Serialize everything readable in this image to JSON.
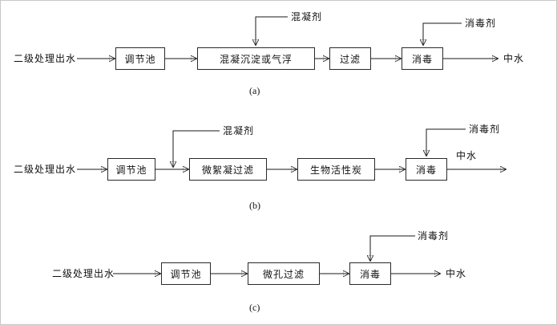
{
  "page": {
    "background": "#ffffff",
    "line_color": "#1a1a1a"
  },
  "diagram_a": {
    "caption": "(a)",
    "input_label": "二级处理出水",
    "boxes": {
      "b1": "调节池",
      "b2": "混凝沉淀或气浮",
      "b3": "过滤",
      "b4": "消毒"
    },
    "coagulant_label": "混凝剂",
    "disinfectant_label": "消毒剂",
    "output_label": "中水"
  },
  "diagram_b": {
    "caption": "(b)",
    "input_label": "二级处理出水",
    "boxes": {
      "b1": "调节池",
      "b2": "微絮凝过滤",
      "b3": "生物活性炭",
      "b4": "消毒"
    },
    "coagulant_label": "混凝剂",
    "disinfectant_label": "消毒剂",
    "output_label": "中水"
  },
  "diagram_c": {
    "caption": "(c)",
    "input_label": "二级处理出水",
    "boxes": {
      "b1": "调节池",
      "b2": "微孔过滤",
      "b3": "消毒"
    },
    "disinfectant_label": "消毒剂",
    "output_label": "中水"
  }
}
